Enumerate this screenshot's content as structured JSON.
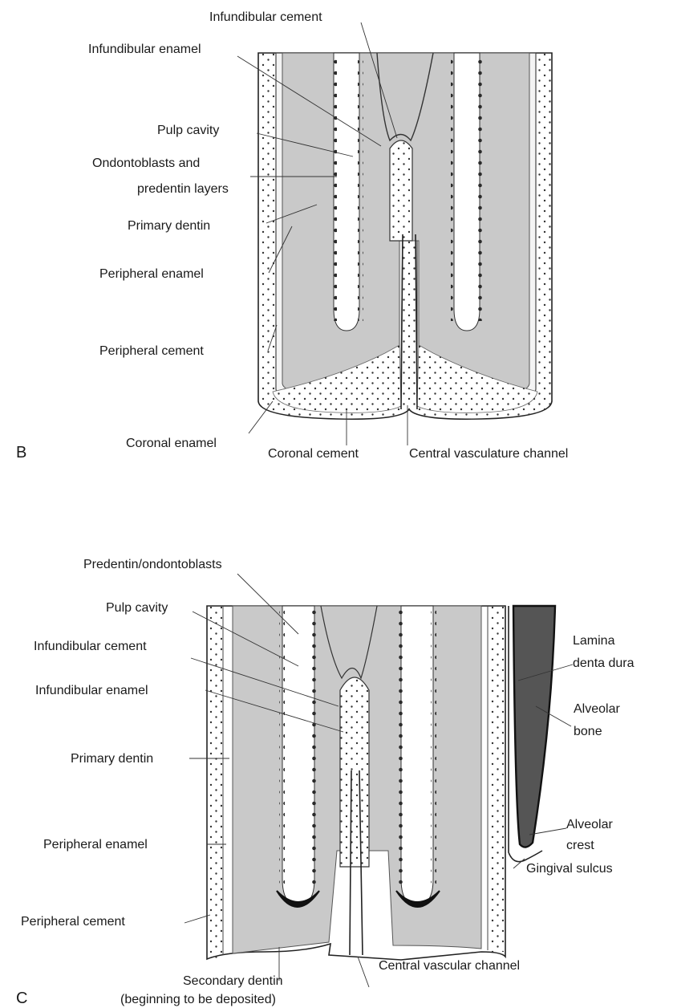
{
  "panel_b": {
    "letter": "B",
    "labels": {
      "infundibular_cement": "Infundibular cement",
      "infundibular_enamel": "Infundibular enamel",
      "pulp_cavity": "Pulp cavity",
      "odontoblasts_line1": "Ondontoblasts and",
      "odontoblasts_line2": "predentin layers",
      "primary_dentin": "Primary dentin",
      "peripheral_enamel": "Peripheral enamel",
      "peripheral_cement": "Peripheral cement",
      "coronal_enamel": "Coronal enamel",
      "coronal_cement": "Coronal cement",
      "central_vasculature_channel": "Central vasculature channel"
    }
  },
  "panel_c": {
    "letter": "C",
    "labels": {
      "predentin_odontoblasts": "Predentin/ondontoblasts",
      "pulp_cavity": "Pulp cavity",
      "infundibular_cement": "Infundibular cement",
      "infundibular_enamel": "Infundibular enamel",
      "primary_dentin": "Primary dentin",
      "peripheral_enamel": "Peripheral enamel",
      "peripheral_cement": "Peripheral cement",
      "secondary_dentin_line1": "Secondary dentin",
      "secondary_dentin_line2": "(beginning to be deposited)",
      "central_vascular_channel": "Central vascular channel",
      "lamina_line1": "Lamina",
      "lamina_line2": "denta dura",
      "alveolar_bone_line1": "Alveolar",
      "alveolar_bone_line2": "bone",
      "alveolar_crest_line1": "Alveolar",
      "alveolar_crest_line2": "crest",
      "gingival_sulcus": "Gingival sulcus"
    }
  }
}
